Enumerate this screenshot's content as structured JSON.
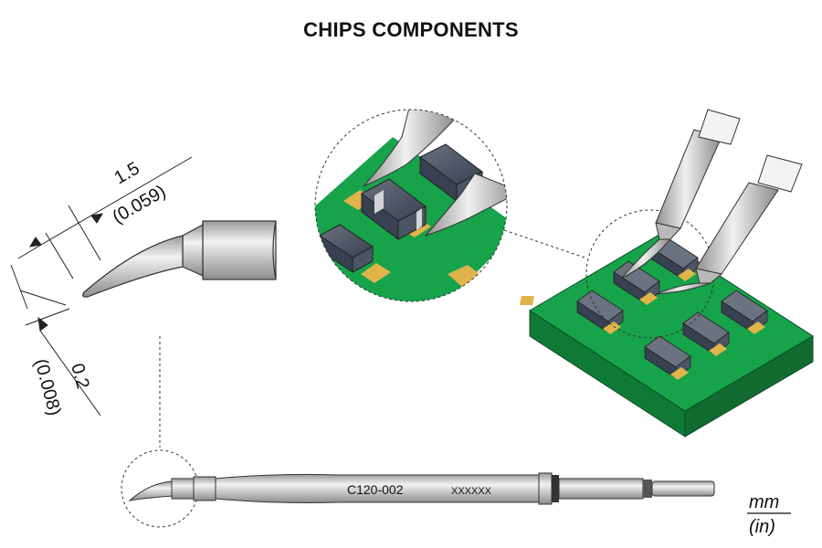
{
  "title": "CHIPS COMPONENTS",
  "dimension_top": {
    "value": "1.5",
    "value_in": "(0.059)"
  },
  "dimension_bottom": {
    "value": "0.2",
    "value_in": "(0.008)"
  },
  "cartridge": {
    "model": "C120-002",
    "code": "XXXXXX"
  },
  "units": {
    "primary": "mm",
    "secondary": "(in)"
  },
  "colors": {
    "pcb_green": "#16a34a",
    "pcb_side": "#0f7a36",
    "pad_yellow": "#e0b44a",
    "chip_dark": "#4b5563",
    "chip_light": "#d1d5db",
    "steel": "#c9c9c9"
  }
}
